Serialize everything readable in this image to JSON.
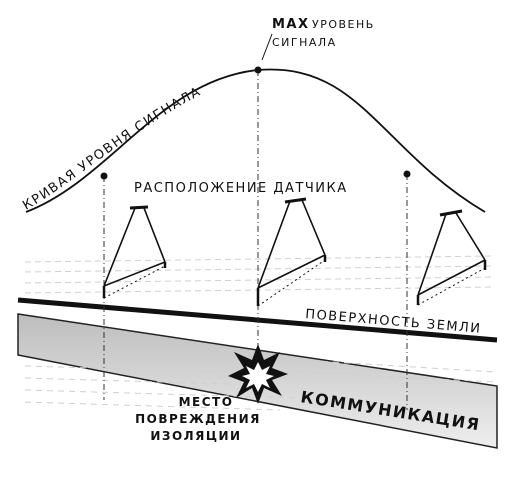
{
  "labels": {
    "max_word": "MAX",
    "max_rest": "УРОВЕНЬ",
    "max_line2": "СИГНАЛА",
    "curve_label": "КРИВАЯ УРОВНЯ СИГНАЛА",
    "sensor_location": "РАСПОЛОЖЕНИЕ ДАТЧИКА",
    "ground_surface": "ПОВЕРХНОСТЬ ЗЕМЛИ",
    "communication": "КОММУНИКАЦИЯ",
    "fault_line1": "МЕСТО",
    "fault_line2": "ПОВРЕЖДЕНИЯ",
    "fault_line3": "ИЗОЛЯЦИИ"
  },
  "icons": {
    "sensor": "a-frame-sensor-icon",
    "fault": "damage-burst-icon"
  },
  "colors": {
    "ink": "#111111",
    "pipe_fill_top": "#bdbdbd",
    "pipe_fill_bottom": "#eeeeee",
    "burst_center": "#ffffff"
  },
  "signal_curve": {
    "peak_sensor": 2,
    "sensor_count": 3
  }
}
